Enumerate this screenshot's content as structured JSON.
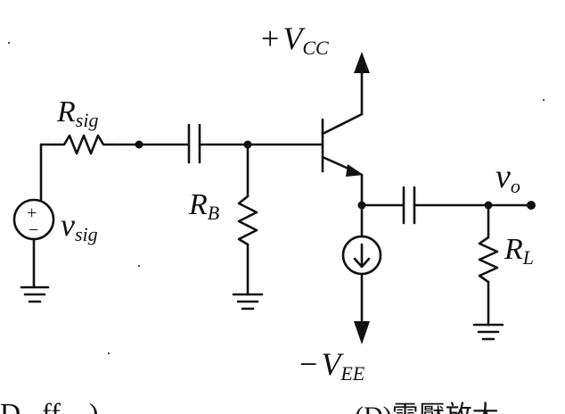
{
  "labels": {
    "vcc": {
      "prefix": "+",
      "main": "V",
      "sub": "CC"
    },
    "vee": {
      "prefix": "−",
      "main": "V",
      "sub": "EE"
    },
    "rsig": {
      "main": "R",
      "sub": "sig"
    },
    "rb": {
      "main": "R",
      "sub": "B"
    },
    "rl": {
      "main": "R",
      "sub": "L"
    },
    "vsig": {
      "main": "v",
      "sub": "sig"
    },
    "vo": {
      "main": "v",
      "sub": "o"
    }
  },
  "source_polarity": {
    "plus": "+",
    "minus": "−"
  },
  "bottom_text": {
    "left": "D...ff... )",
    "right": "(D)電壓放大"
  }
}
